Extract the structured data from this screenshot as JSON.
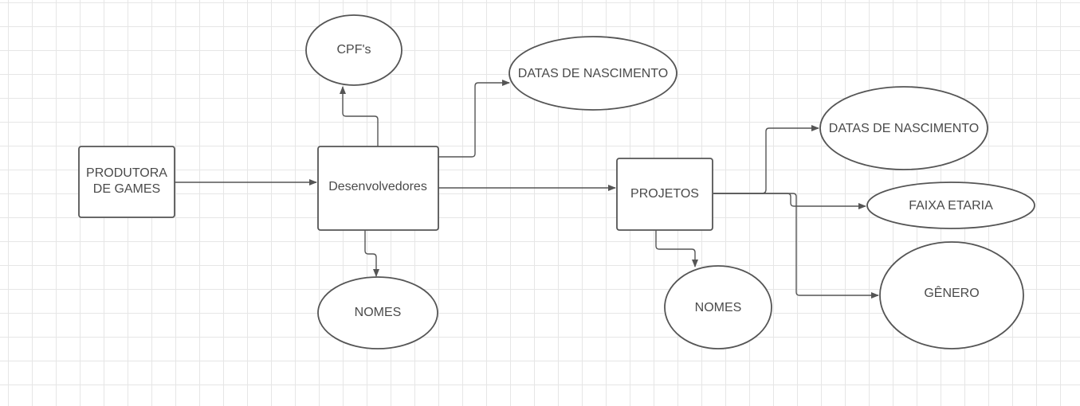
{
  "diagram": {
    "nodes": {
      "produtora": {
        "line1": "PRODUTORA",
        "line2": "DE GAMES"
      },
      "desenvolvedores": {
        "label": "Desenvolvedores"
      },
      "cpfs": {
        "label": "CPF's"
      },
      "dev_datas": {
        "label": "DATAS DE NASCIMENTO"
      },
      "dev_nomes": {
        "label": "NOMES"
      },
      "projetos": {
        "label": "PROJETOS"
      },
      "proj_datas": {
        "label": "DATAS DE NASCIMENTO"
      },
      "proj_faixa": {
        "label": "FAIXA ETARIA"
      },
      "proj_genero": {
        "label": "GÊNERO"
      },
      "proj_nomes": {
        "label": "NOMES"
      }
    },
    "colors": {
      "stroke": "#555555",
      "text": "#4a4a4a",
      "grid": "#e6e6e6",
      "background": "#ffffff"
    }
  }
}
